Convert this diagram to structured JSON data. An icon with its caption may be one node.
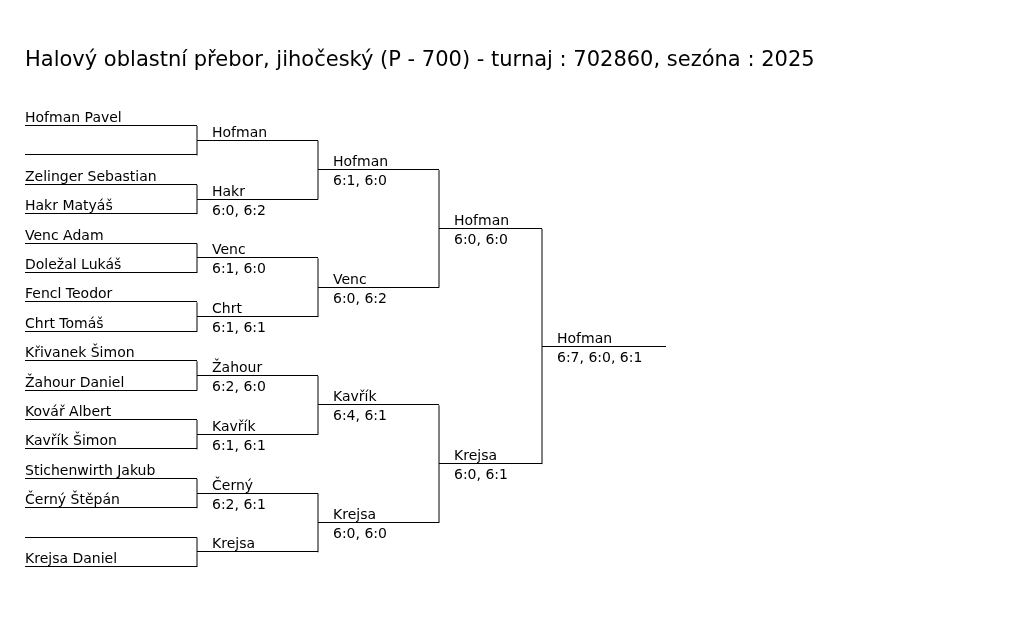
{
  "diagram": {
    "title": "Halový oblastní přebor, jihočeský (P - 700) - turnaj : 702860, sezóna : 2025",
    "nodes": [
      {
        "text": [
          "Hofman Pavel"
        ]
      },
      {
        "text": [],
        "shape": "line"
      },
      {
        "text": [
          "Zelinger Sebastian"
        ]
      },
      {
        "text": [
          "Hakr Matyáš"
        ]
      },
      {
        "text": [
          "Venc Adam"
        ]
      },
      {
        "text": [
          "Doležal Lukáš"
        ]
      },
      {
        "text": [
          "Fencl Teodor"
        ]
      },
      {
        "text": [
          "Chrt Tomáš"
        ]
      },
      {
        "text": [
          "Křivanek Šimon"
        ]
      },
      {
        "text": [
          "Žahour Daniel"
        ]
      },
      {
        "text": [
          "Kovář Albert"
        ]
      },
      {
        "text": [
          "Kavřík Šimon"
        ]
      },
      {
        "text": [
          "Stichenwirth Jakub"
        ]
      },
      {
        "text": [
          "Černý Štěpán"
        ]
      },
      {
        "text": [],
        "shape": "line"
      },
      {
        "text": [
          "Krejsa Daniel"
        ]
      },
      {
        "text": [
          "Hofman"
        ]
      },
      {
        "text": [
          "Hakr",
          "6:0, 6:2"
        ]
      },
      {
        "text": [
          "Venc",
          "6:1, 6:0"
        ]
      },
      {
        "text": [
          "Chrt",
          "6:1, 6:1"
        ]
      },
      {
        "text": [
          "Žahour",
          "6:2, 6:0"
        ]
      },
      {
        "text": [
          "Kavřík",
          "6:1, 6:1"
        ]
      },
      {
        "text": [
          "Černý",
          "6:2, 6:1"
        ]
      },
      {
        "text": [
          "Krejsa"
        ]
      },
      {
        "text": [
          "Hofman",
          "6:1, 6:0"
        ]
      },
      {
        "text": [
          "Venc",
          "6:0, 6:2"
        ]
      },
      {
        "text": [
          "Kavřík",
          "6:4, 6:1"
        ]
      },
      {
        "text": [
          "Krejsa",
          "6:0, 6:0"
        ]
      },
      {
        "text": [
          "Hofman",
          "6:0, 6:0"
        ]
      },
      {
        "text": [
          "Krejsa",
          "6:0, 6:1"
        ]
      },
      {
        "text": [
          "Hofman",
          "6:7, 6:0, 6:1"
        ]
      }
    ],
    "edges": [
      {
        "from": 0,
        "to": 16,
        "arrow": "none"
      },
      {
        "from": 1,
        "to": 16,
        "arrow": "none"
      },
      {
        "from": 2,
        "to": 17,
        "arrow": "none"
      },
      {
        "from": 3,
        "to": 17,
        "arrow": "none"
      },
      {
        "from": 4,
        "to": 18,
        "arrow": "none"
      },
      {
        "from": 5,
        "to": 18,
        "arrow": "none"
      },
      {
        "from": 6,
        "to": 19,
        "arrow": "none"
      },
      {
        "from": 7,
        "to": 19,
        "arrow": "none"
      },
      {
        "from": 8,
        "to": 20,
        "arrow": "none"
      },
      {
        "from": 9,
        "to": 20,
        "arrow": "none"
      },
      {
        "from": 10,
        "to": 21,
        "arrow": "none"
      },
      {
        "from": 11,
        "to": 21,
        "arrow": "none"
      },
      {
        "from": 12,
        "to": 22,
        "arrow": "none"
      },
      {
        "from": 13,
        "to": 22,
        "arrow": "none"
      },
      {
        "from": 14,
        "to": 23,
        "arrow": "none"
      },
      {
        "from": 15,
        "to": 23,
        "arrow": "none"
      },
      {
        "from": 16,
        "to": 24,
        "arrow": "none"
      },
      {
        "from": 17,
        "to": 24,
        "arrow": "none"
      },
      {
        "from": 18,
        "to": 25,
        "arrow": "none"
      },
      {
        "from": 19,
        "to": 25,
        "arrow": "none"
      },
      {
        "from": 20,
        "to": 26,
        "arrow": "none"
      },
      {
        "from": 21,
        "to": 26,
        "arrow": "none"
      },
      {
        "from": 22,
        "to": 27,
        "arrow": "none"
      },
      {
        "from": 23,
        "to": 27,
        "arrow": "none"
      },
      {
        "from": 24,
        "to": 28,
        "arrow": "none"
      },
      {
        "from": 25,
        "to": 28,
        "arrow": "none"
      },
      {
        "from": 26,
        "to": 29,
        "arrow": "none"
      },
      {
        "from": 27,
        "to": 29,
        "arrow": "none"
      },
      {
        "from": 28,
        "to": 30,
        "arrow": "none"
      },
      {
        "from": 29,
        "to": 30,
        "arrow": "none"
      }
    ]
  }
}
